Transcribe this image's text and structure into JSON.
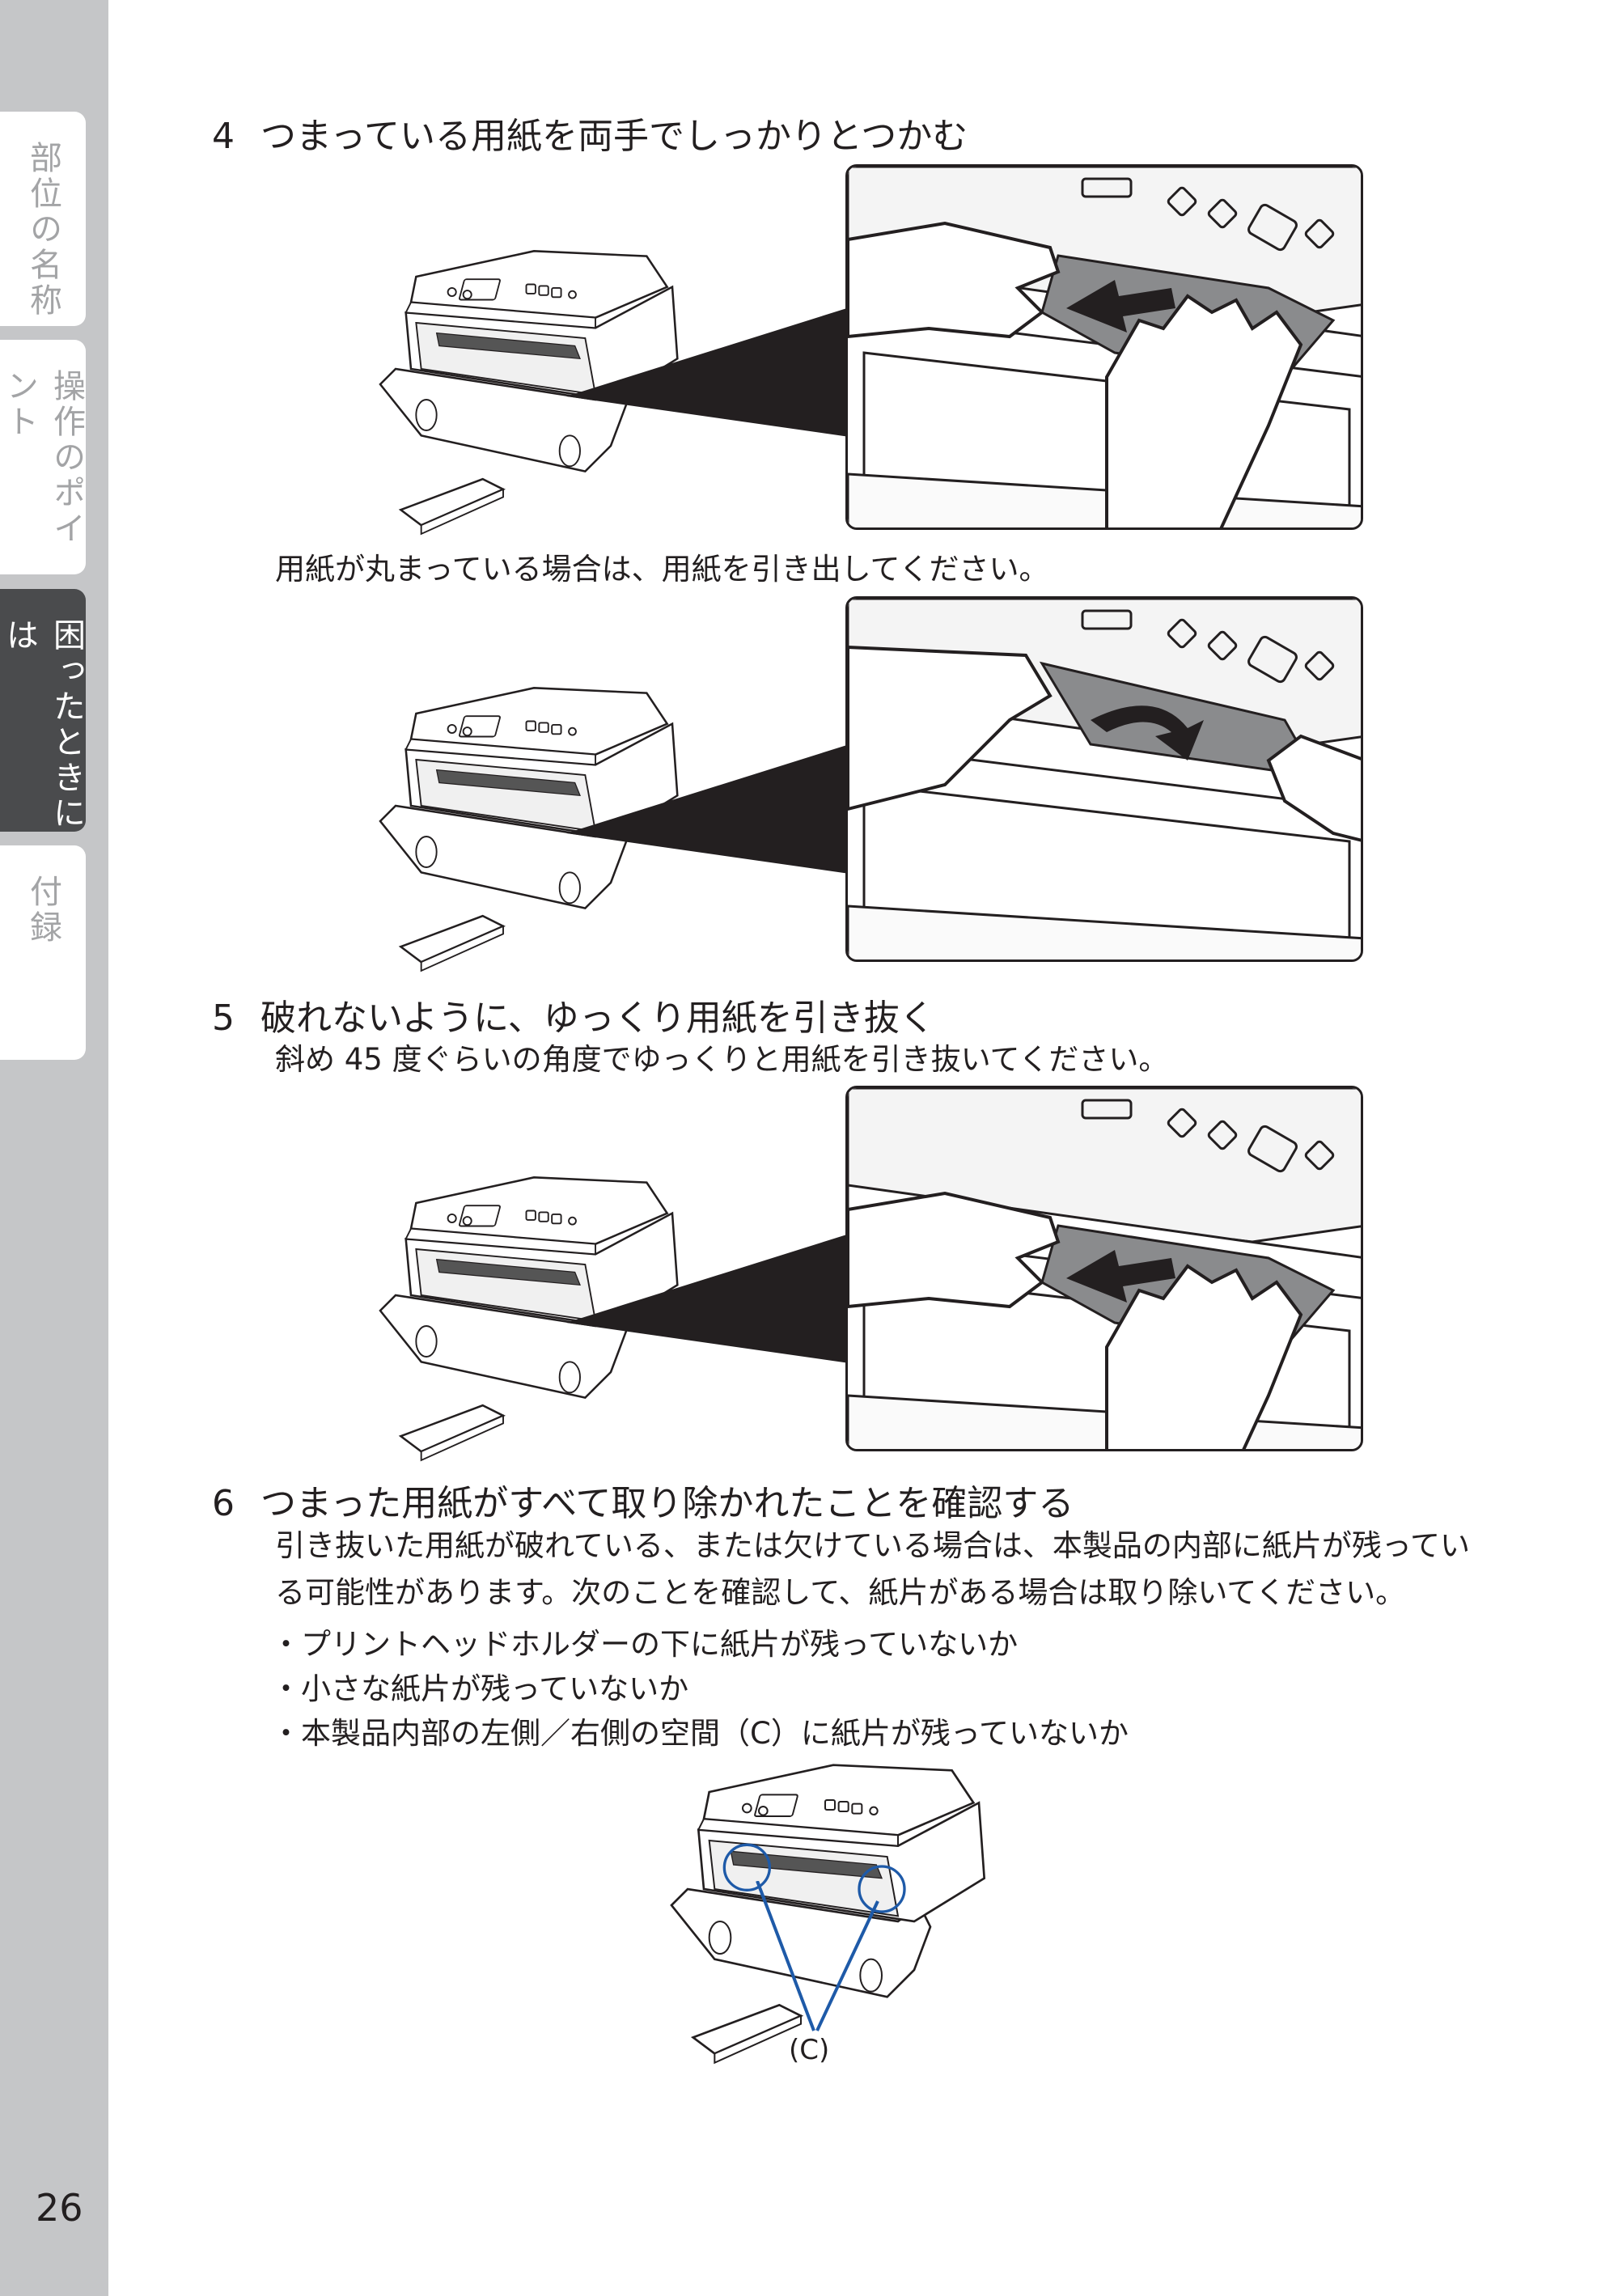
{
  "sidebar": {
    "tabs": [
      {
        "label": "部位の名称",
        "active": false
      },
      {
        "label": "操作のポイント",
        "active": false
      },
      {
        "label": "困ったときには",
        "active": true
      },
      {
        "label": "付録",
        "active": false
      }
    ]
  },
  "page_number": "26",
  "steps": {
    "step4": {
      "number": "4",
      "title": "つまっている用紙を両手でしっかりとつかむ",
      "note": "用紙が丸まっている場合は、用紙を引き出してください。"
    },
    "step5": {
      "number": "5",
      "title": "破れないように、ゆっくり用紙を引き抜く",
      "note": "斜め 45 度ぐらいの角度でゆっくりと用紙を引き抜いてください。"
    },
    "step6": {
      "number": "6",
      "title": "つまった用紙がすべて取り除かれたことを確認する",
      "body_line1": "引き抜いた用紙が破れている、または欠けている場合は、本製品の内部に紙片が残ってい",
      "body_line2": "る可能性があります。次のことを確認して、紙片がある場合は取り除いてください。",
      "bullets": [
        "・プリントヘッドホルダーの下に紙片が残っていないか",
        "・小さな紙片が残っていないか",
        "・本製品内部の左側／右側の空間（C）に紙片が残っていないか"
      ],
      "callout_label": "(C)"
    }
  },
  "colors": {
    "sidebar_bg": "#c5c6c8",
    "active_tab": "#4a4b4d",
    "callout": "#1e5aa8",
    "paper_gray": "#8a8b8d"
  }
}
